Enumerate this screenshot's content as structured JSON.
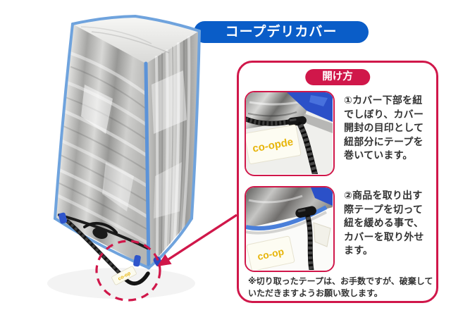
{
  "colors": {
    "accent_blue": "#0a5dc8",
    "accent_red": "#d0174a",
    "trim_blue": "#6fa3dd",
    "coop_yellow": "#e7b50a"
  },
  "banner": {
    "label": "コープデリカバー"
  },
  "main_photo": {
    "subject": "insulated-cover-on-delivery-box",
    "tape_label": "co-op"
  },
  "panel": {
    "title": "開け方",
    "steps": [
      {
        "photo_label": "co-opde",
        "text": "①カバー下部を紐\nでしぼり、カバー\n開封の目印として\n紐部分にテープを\n巻いています。"
      },
      {
        "photo_label": "co-op",
        "text": "②商品を取り出す\n際テープを切って\n紐を緩める事で、\nカバーを取り外せ\nます。"
      }
    ],
    "note": "※切り取ったテープは、お手数ですが、破棄して\nいただきますようお願い致します。"
  }
}
